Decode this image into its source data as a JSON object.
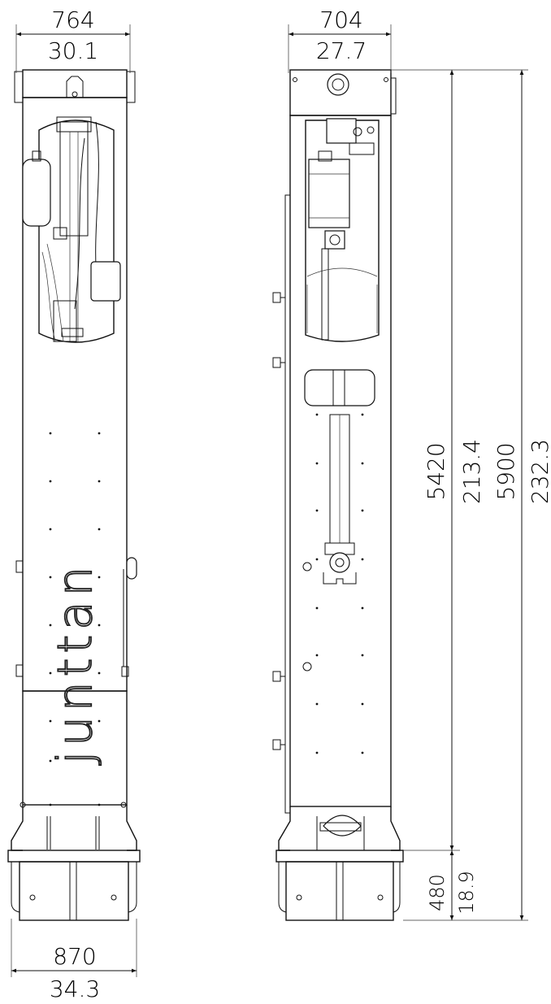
{
  "brand": {
    "text": "junttan"
  },
  "dimensions": {
    "left_top_mm": "764",
    "left_top_in": "30.1",
    "left_bottom_mm": "870",
    "left_bottom_in": "34.3",
    "right_top_mm": "704",
    "right_top_in": "27.7",
    "height_a_mm": "5420",
    "height_a_in": "213.4",
    "height_total_mm": "5900",
    "height_total_in": "232.3",
    "base_mm": "480",
    "base_in": "18.9"
  },
  "colors": {
    "line": "#111111",
    "background": "#ffffff"
  }
}
